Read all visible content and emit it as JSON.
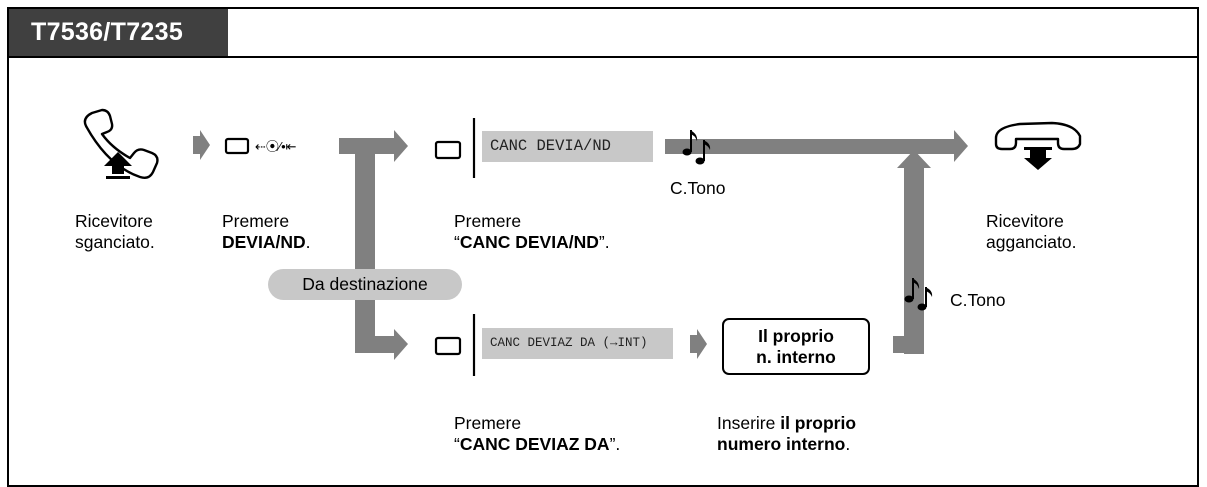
{
  "header": {
    "model": "T7536/T7235"
  },
  "steps": {
    "offhook": {
      "line1": "Ricevitore",
      "line2": "sganciato."
    },
    "press_fwd": {
      "line1": "Premere",
      "line2_bold": "DEVIA/ND",
      "line2_end": "."
    },
    "press_canc": {
      "line1": "Premere",
      "open": "“",
      "bold": "CANC DEVIA/ND",
      "close": "”."
    },
    "onhook": {
      "line1": "Ricevitore",
      "line2": "agganciato."
    },
    "press_canc_da": {
      "line1": "Premere",
      "open": "“",
      "bold": "CANC DEVIAZ DA",
      "close": "”."
    },
    "enter_ext": {
      "line1_plain": "Inserire ",
      "line1_bold": "il proprio",
      "line2_bold": "numero interno",
      "line2_end": "."
    }
  },
  "display": {
    "canc_fwd": "CANC DEVIA/ND",
    "canc_fwd_from": "CANC DEVIAZ DA  (→INT)"
  },
  "fwd_key_symbol": "⇠⦿⁄•⇤",
  "tones": {
    "top": "C.Tono",
    "right": "C.Tono"
  },
  "branch_label": "Da destinazione",
  "own_extension_box": {
    "line1": "Il proprio",
    "line2": "n. interno"
  },
  "colors": {
    "header_bg": "#404040",
    "arrow": "#808080",
    "display_bg": "#c8c8c8"
  }
}
